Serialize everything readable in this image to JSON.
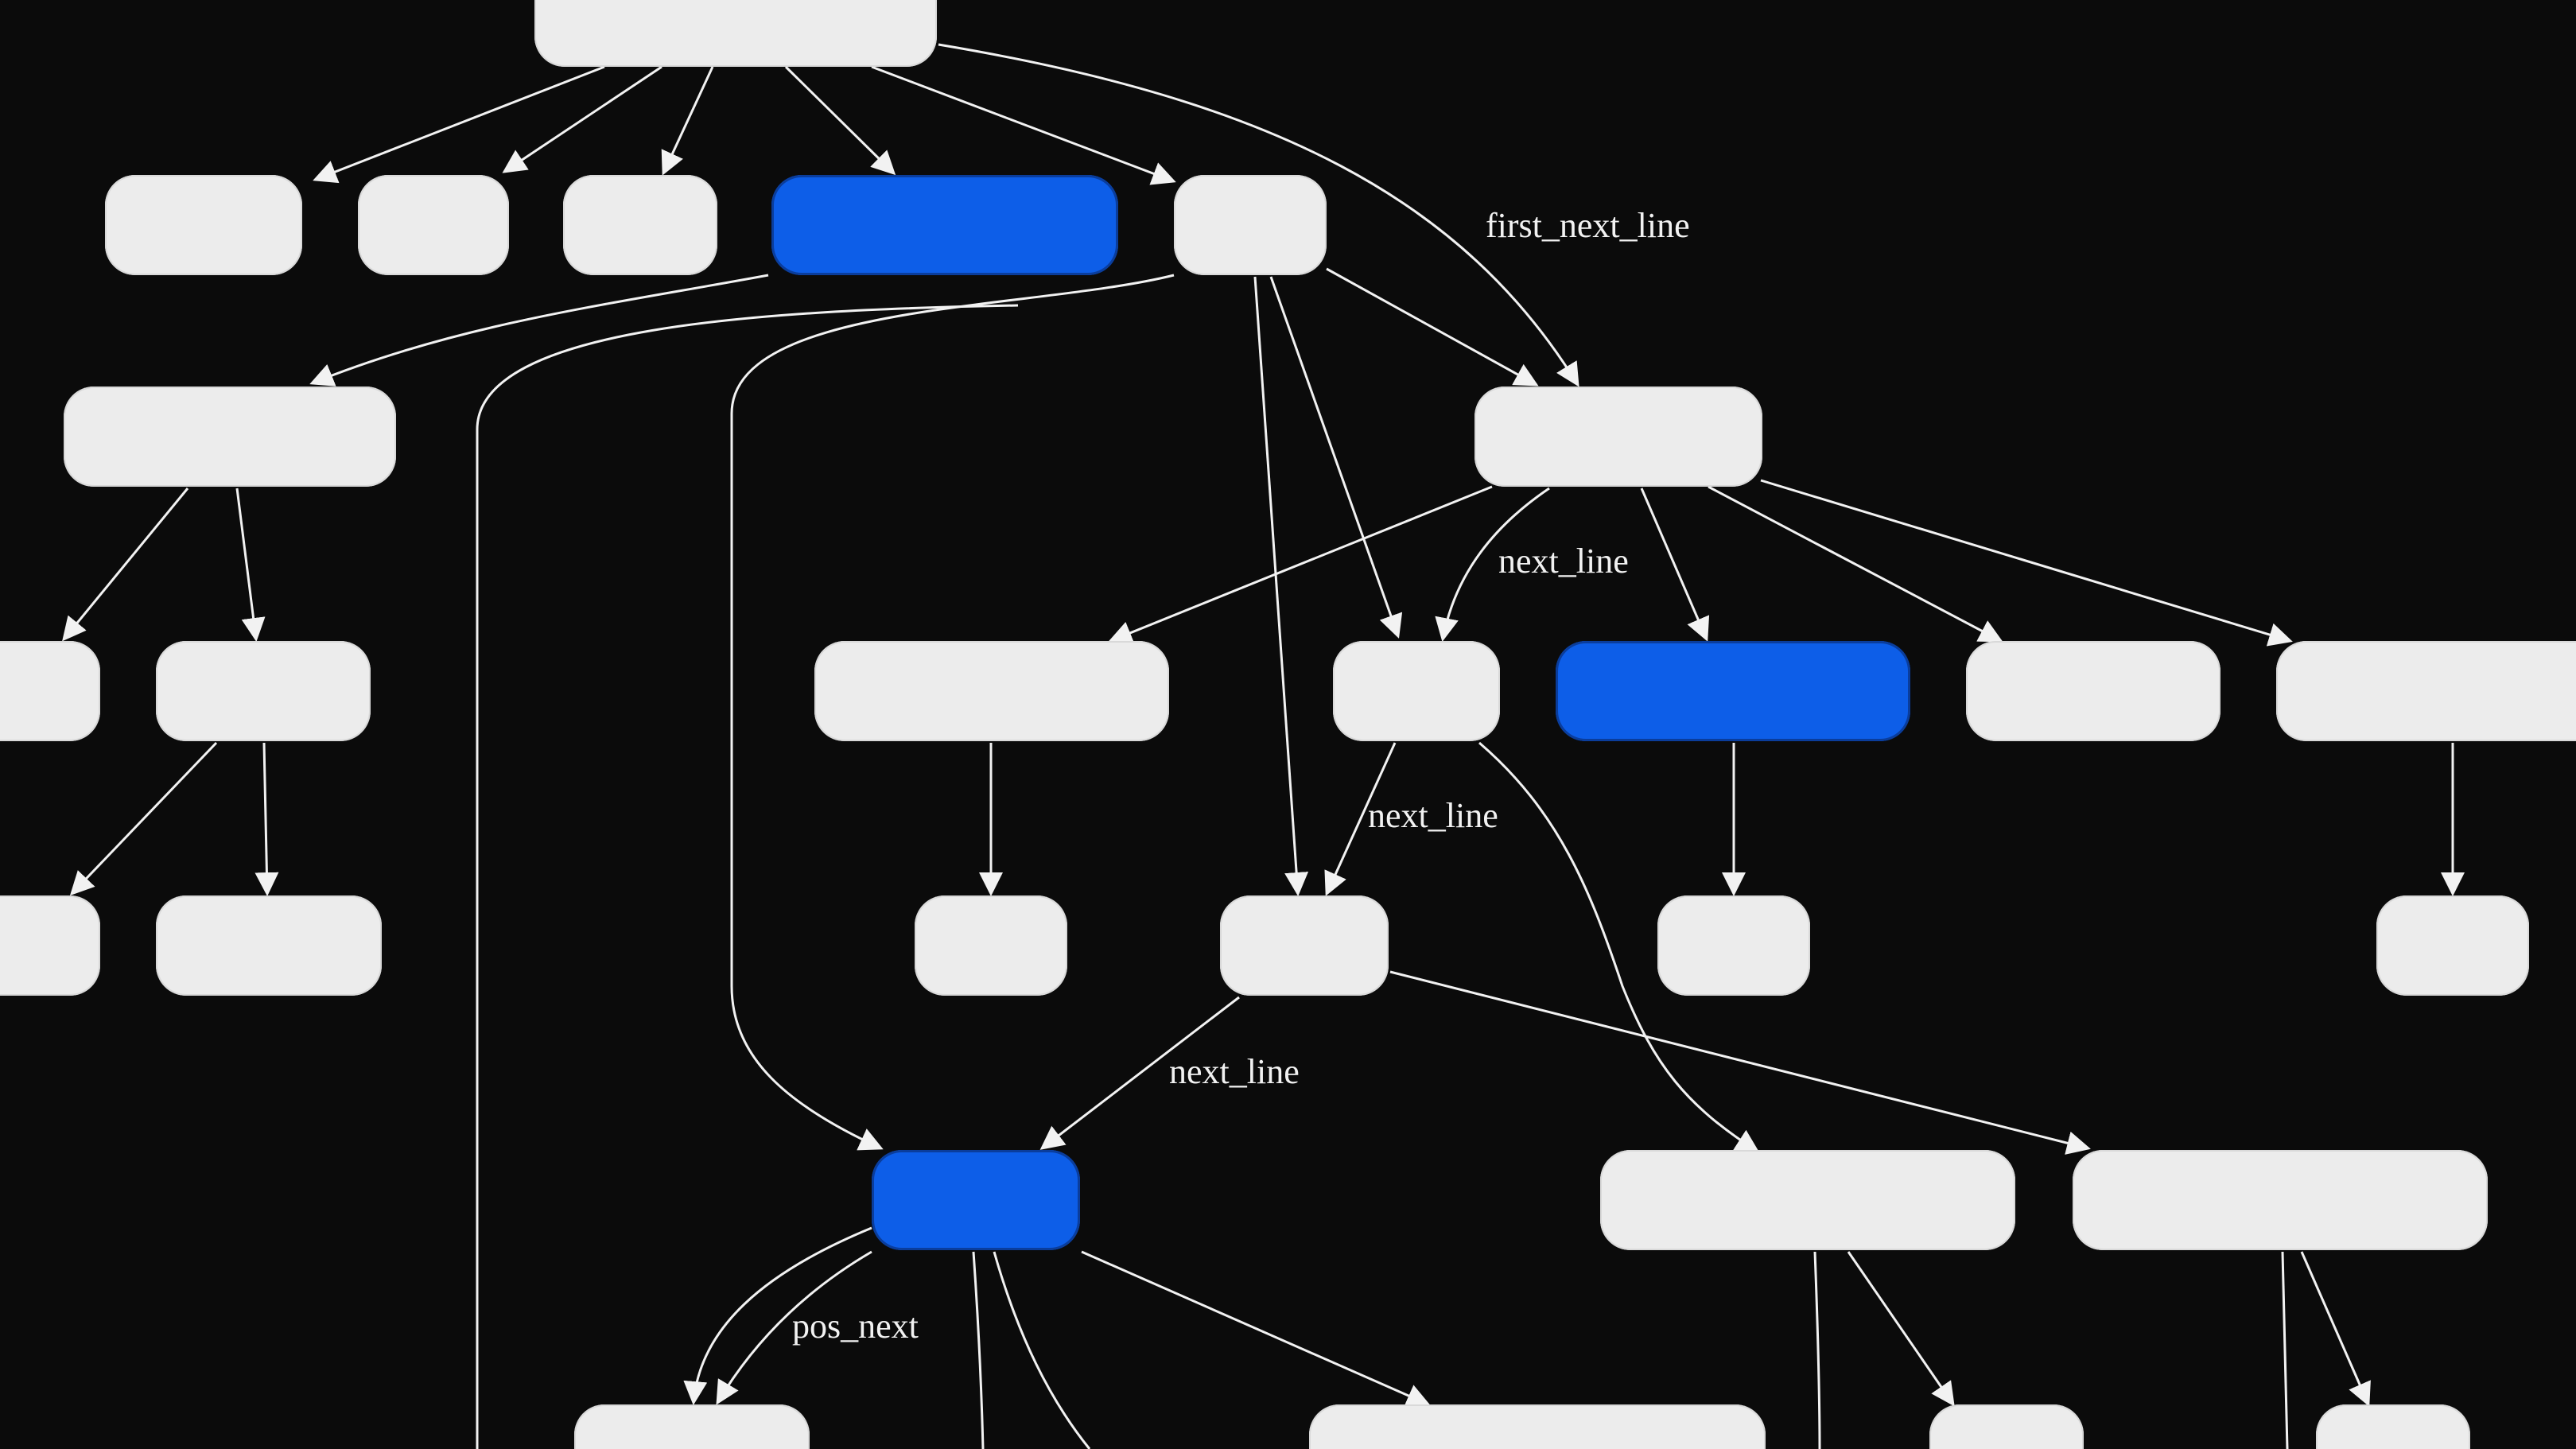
{
  "diagram": {
    "colors": {
      "background": "#0b0b0b",
      "node": "#ececec",
      "accent_node": "#0d5ee8",
      "edge": "#f2f2f2"
    },
    "edge_labels": {
      "first_next_line": "first_next_line",
      "next_line_1": "next_line",
      "next_line_2": "next_line",
      "next_line_3": "next_line",
      "pos_next": "pos_next"
    }
  }
}
